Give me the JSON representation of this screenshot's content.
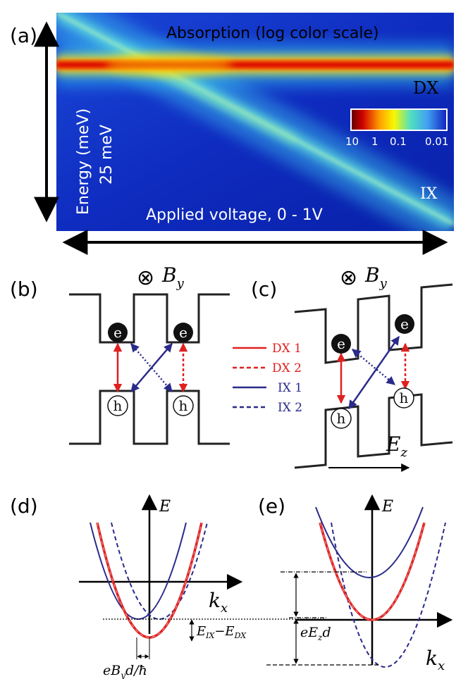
{
  "panels": {
    "a": {
      "label": "(a)",
      "title": "Absorption (log color scale)",
      "dx_label": "DX",
      "ix_label": "IX",
      "y_axis": [
        "Energy (meV)",
        "25 meV"
      ],
      "x_axis": "Applied voltage, 0 - 1V",
      "colorbar_ticks": [
        "10",
        "1",
        "0.1",
        "0.01"
      ],
      "colors": {
        "low": "#1030c8",
        "mid": "#40d8e8",
        "high": "#d00000"
      }
    },
    "b": {
      "label": "(b)",
      "field": {
        "symbol": "⊗",
        "name": "B",
        "sub": "y"
      },
      "electron": "e",
      "hole": "h"
    },
    "c": {
      "label": "(c)",
      "field": {
        "symbol": "⊗",
        "name": "B",
        "sub": "y"
      },
      "electron": "e",
      "hole": "h",
      "efield": {
        "name": "E",
        "sub": "z"
      }
    },
    "legend": [
      {
        "label": "DX 1",
        "color": "#e02020",
        "style": "solid"
      },
      {
        "label": "DX 2",
        "color": "#e02020",
        "style": "dashed"
      },
      {
        "label": "IX 1",
        "color": "#2a2a8a",
        "style": "solid"
      },
      {
        "label": "IX 2",
        "color": "#2a2a8a",
        "style": "dashed"
      }
    ],
    "d": {
      "label": "(d)",
      "y_axis": "E",
      "x_axis": {
        "name": "k",
        "sub": "x"
      },
      "gap_label": {
        "a": "E",
        "a_sub": "IX",
        "minus": "−",
        "b": "E",
        "b_sub": "DX"
      },
      "shift_label": {
        "pre": "eB",
        "sub": "y",
        "post": "d/ħ"
      }
    },
    "e": {
      "label": "(e)",
      "y_axis": "E",
      "x_axis": {
        "name": "k",
        "sub": "x"
      },
      "shift_label": {
        "pre": "eE",
        "sub": "z",
        "post": "d"
      }
    }
  }
}
